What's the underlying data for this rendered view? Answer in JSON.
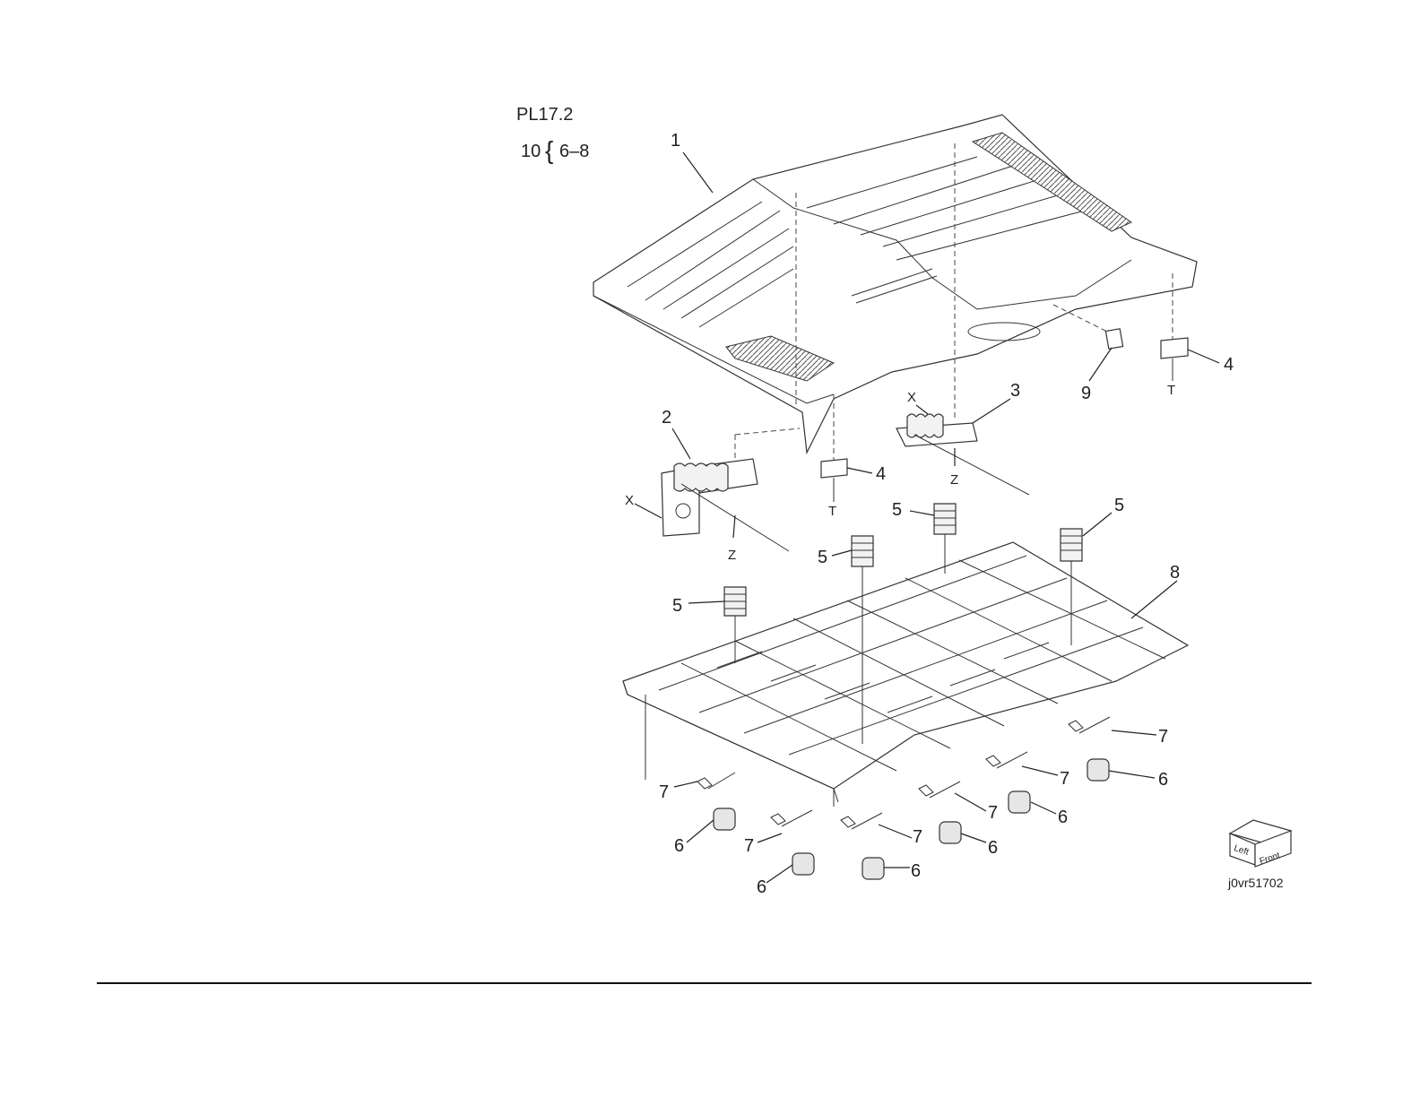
{
  "header": {
    "plate_ref": "PL17.2",
    "callout_main": "10",
    "callout_brace": "{",
    "callout_range": "6–8"
  },
  "callouts": [
    "1",
    "2",
    "3",
    "4",
    "5",
    "6",
    "7",
    "8",
    "9",
    "X",
    "Z",
    "T"
  ],
  "orientation_cube": {
    "left_label": "Left",
    "front_label": "Front"
  },
  "figure_id": "j0vr51702",
  "colors": {
    "line": "#333333",
    "background": "#ffffff",
    "rule": "#111111"
  }
}
